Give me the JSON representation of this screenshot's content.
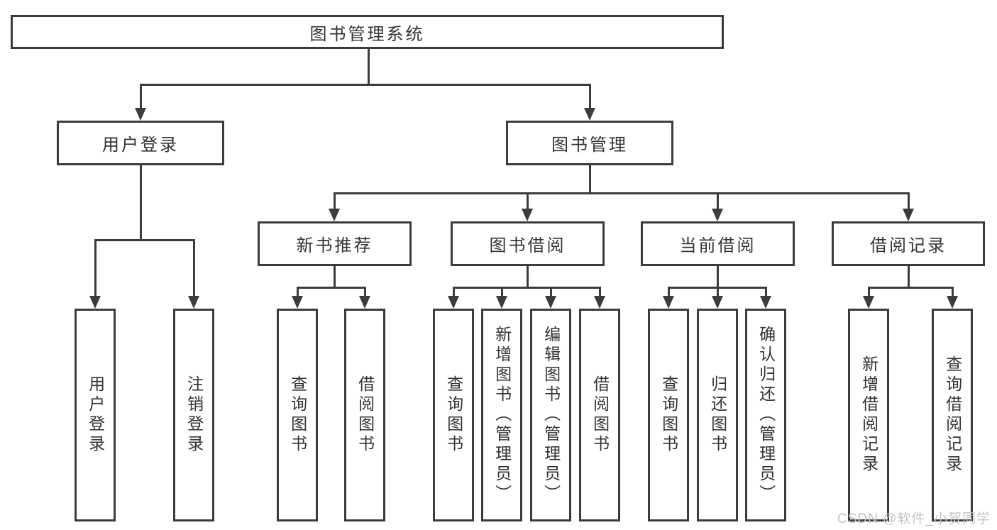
{
  "diagram": {
    "watermark": "CSDN @软件_小贺同学"
  },
  "colors": {
    "line": "#3c3c3c",
    "text": "#333333",
    "background": "#ffffff",
    "watermark": "#c3c3c3"
  },
  "tree": {
    "root": {
      "label": "图书管理系统",
      "children": [
        {
          "label": "用户登录",
          "children": [
            {
              "label": "用户登录"
            },
            {
              "label": "注销登录"
            }
          ]
        },
        {
          "label": "图书管理",
          "children": [
            {
              "label": "新书推荐",
              "children": [
                {
                  "label": "查询图书"
                },
                {
                  "label": "借阅图书"
                }
              ]
            },
            {
              "label": "图书借阅",
              "children": [
                {
                  "label": "查询图书"
                },
                {
                  "label": "新增图书（管理员）"
                },
                {
                  "label": "编辑图书（管理员）"
                },
                {
                  "label": "借阅图书"
                }
              ]
            },
            {
              "label": "当前借阅",
              "children": [
                {
                  "label": "查询图书"
                },
                {
                  "label": "归还图书"
                },
                {
                  "label": "确认归还（管理员）"
                }
              ]
            },
            {
              "label": "借阅记录",
              "children": [
                {
                  "label": "新增借阅记录"
                },
                {
                  "label": "查询借阅记录"
                }
              ]
            }
          ]
        }
      ]
    }
  }
}
